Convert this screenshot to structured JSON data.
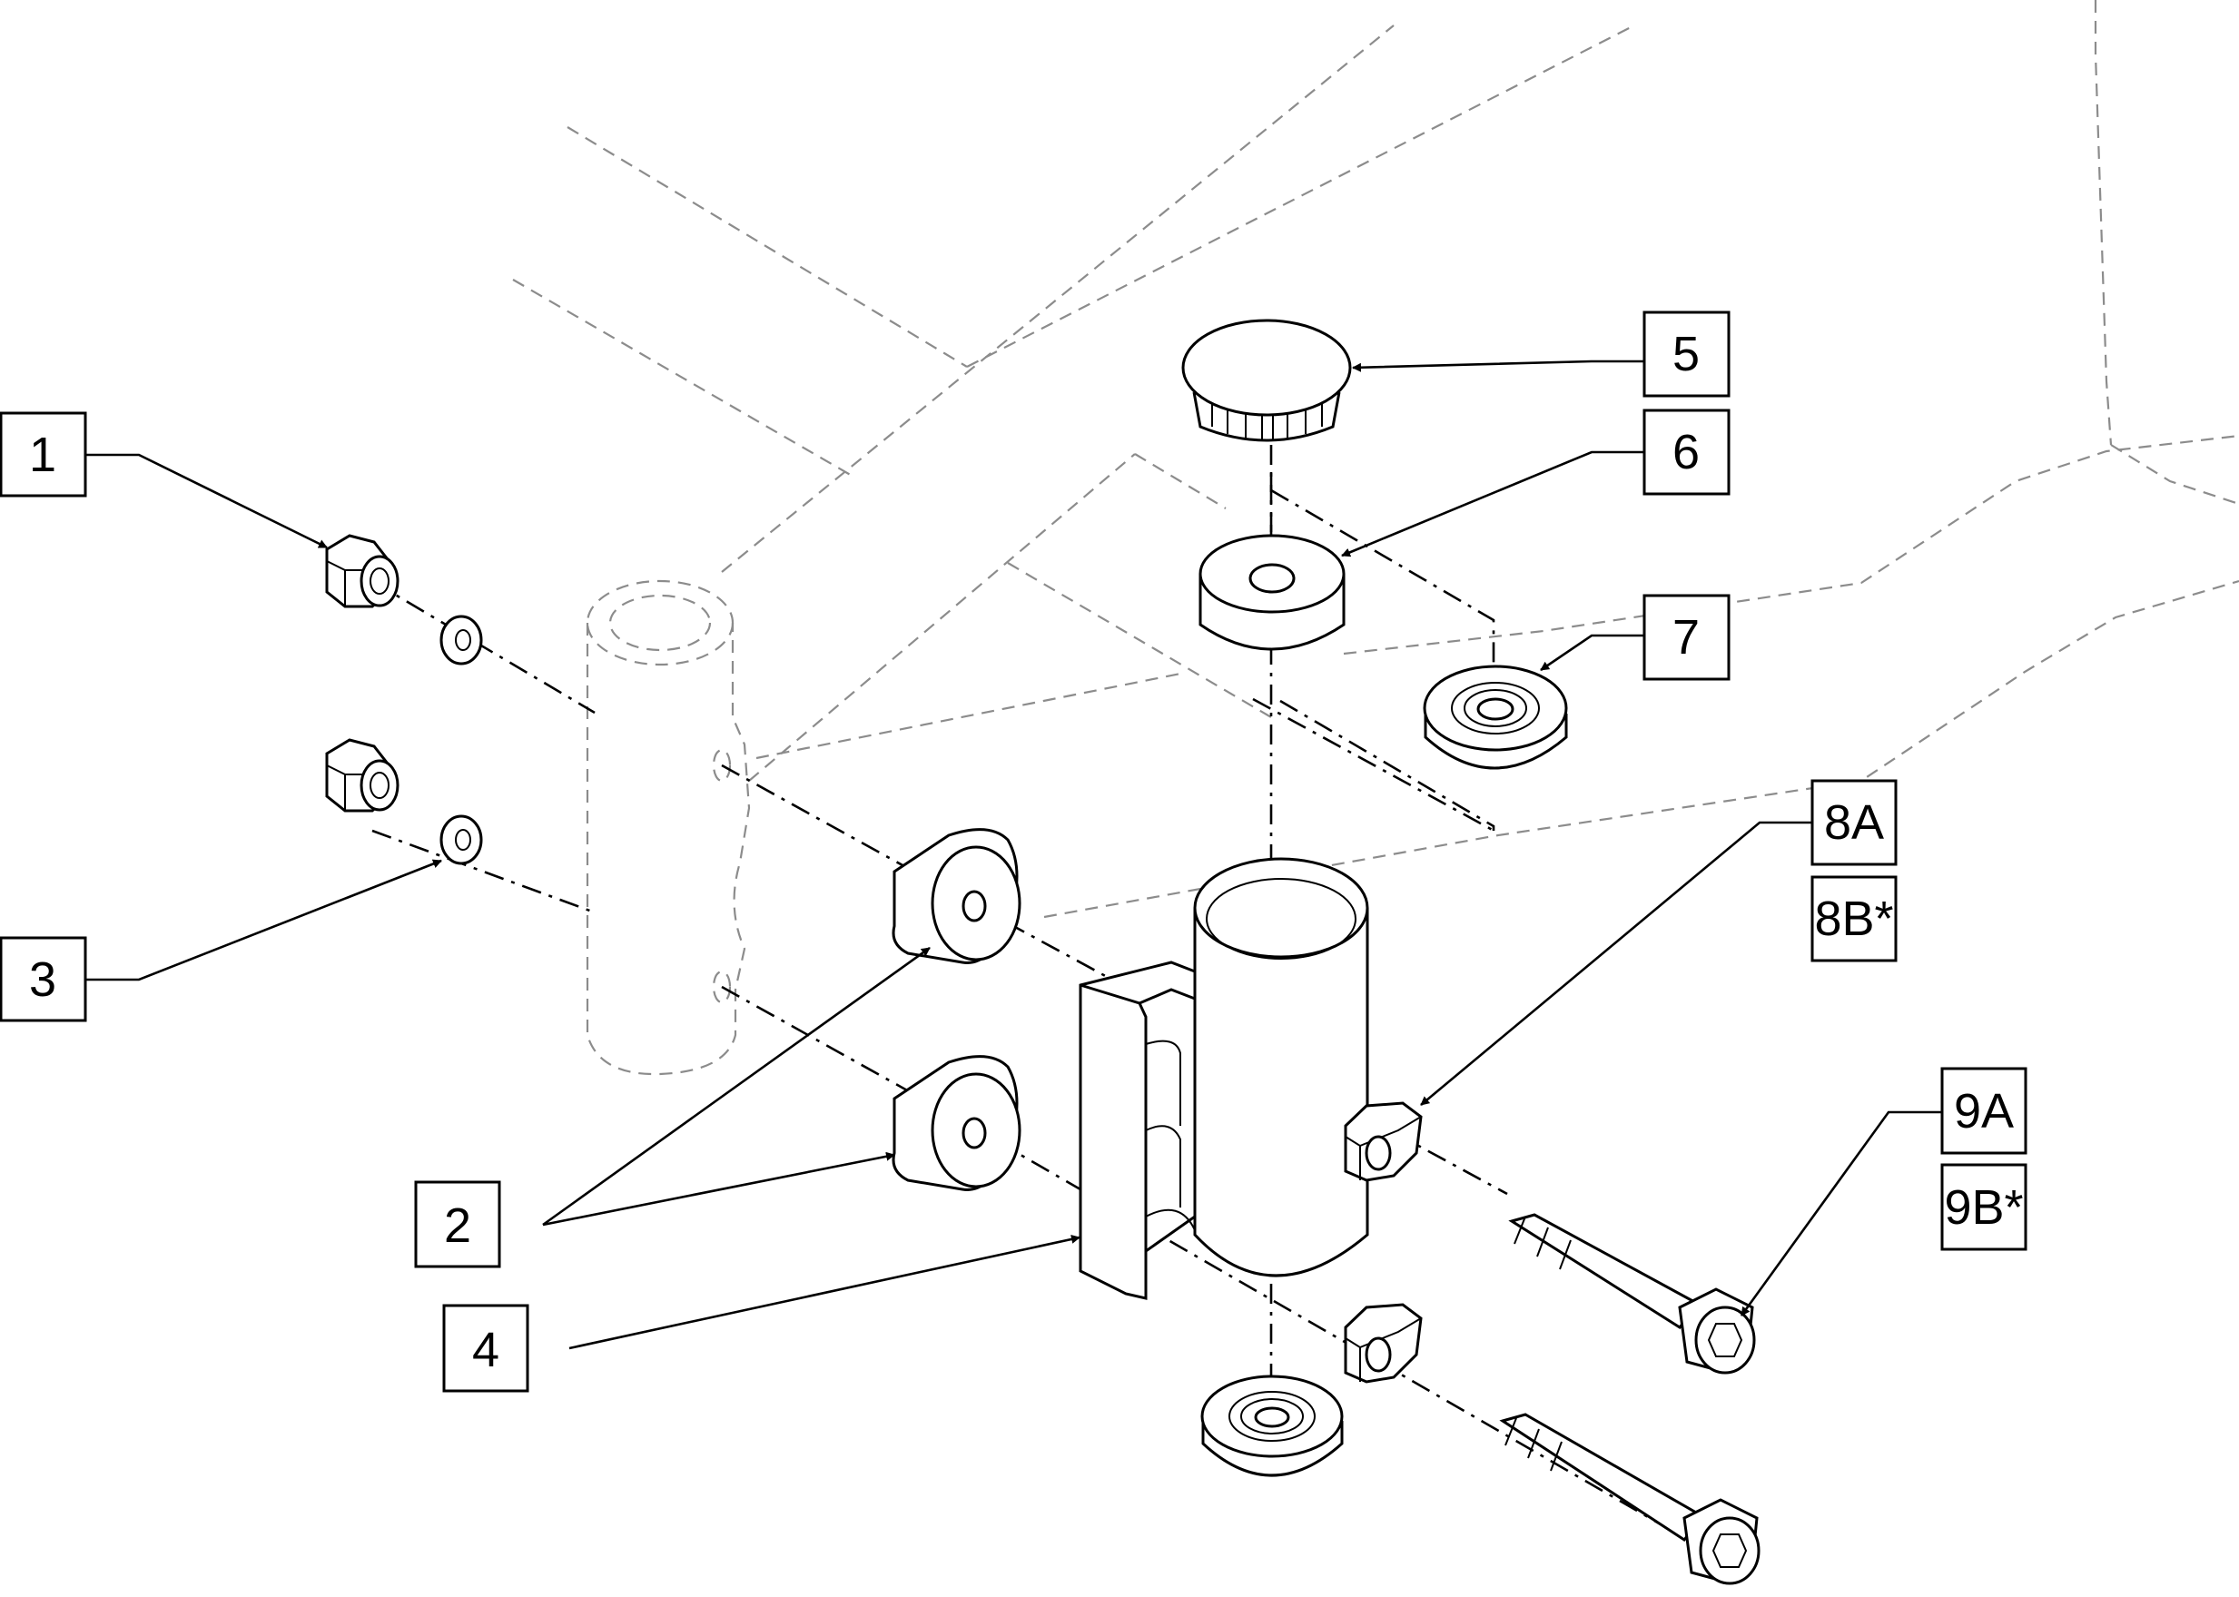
{
  "diagram": {
    "callouts": [
      {
        "id": "1",
        "label": "1",
        "part": "locknut"
      },
      {
        "id": "2",
        "label": "2",
        "part": "spacer-block"
      },
      {
        "id": "3",
        "label": "3",
        "part": "washer"
      },
      {
        "id": "4",
        "label": "4",
        "part": "pivot-bracket"
      },
      {
        "id": "5",
        "label": "5",
        "part": "end-cap"
      },
      {
        "id": "6",
        "label": "6",
        "part": "spacer-ring"
      },
      {
        "id": "7",
        "label": "7",
        "part": "bearing"
      },
      {
        "id": "8A",
        "label": "8A",
        "part": "nut"
      },
      {
        "id": "8B",
        "label": "8B*",
        "part": "nut-alternate"
      },
      {
        "id": "9A",
        "label": "9A",
        "part": "socket-head-bolt"
      },
      {
        "id": "9B",
        "label": "9B*",
        "part": "socket-head-bolt-alternate"
      }
    ]
  }
}
